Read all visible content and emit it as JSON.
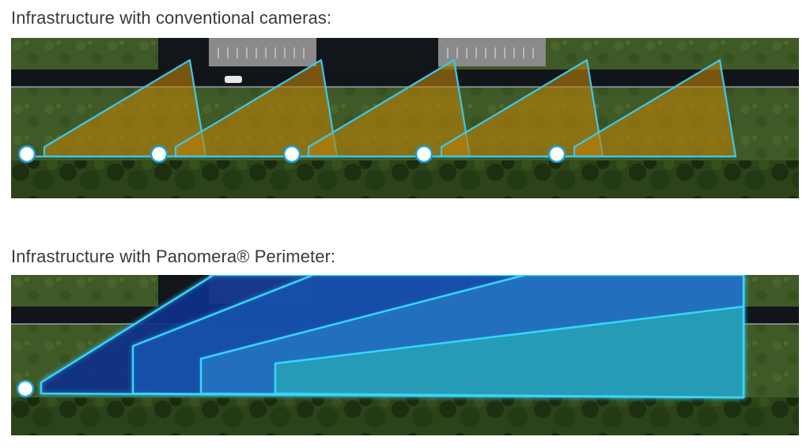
{
  "panels": [
    {
      "heading": "Infrastructure with conventional cameras:",
      "camera_count": 5,
      "zone_style": "overlapping individual camera fields of view",
      "colors": {
        "zone_fill": "#b8800a",
        "zone_stroke": "#3cc8f0",
        "camera_dot": "#ffffff"
      }
    },
    {
      "heading": "Infrastructure with Panomera® Perimeter:",
      "camera_count": 1,
      "zone_style": "single camera with layered detection zones",
      "colors": {
        "zone_fill": "#1a6fb8",
        "zone_stroke": "#38d4ff",
        "camera_dot": "#ffffff",
        "near_zone": "#2ab7b0"
      }
    }
  ],
  "colors": {
    "grass": "#3f5a26",
    "road": "#111418",
    "building": "#8a8a8a",
    "heading_text": "#3a3a3a"
  }
}
